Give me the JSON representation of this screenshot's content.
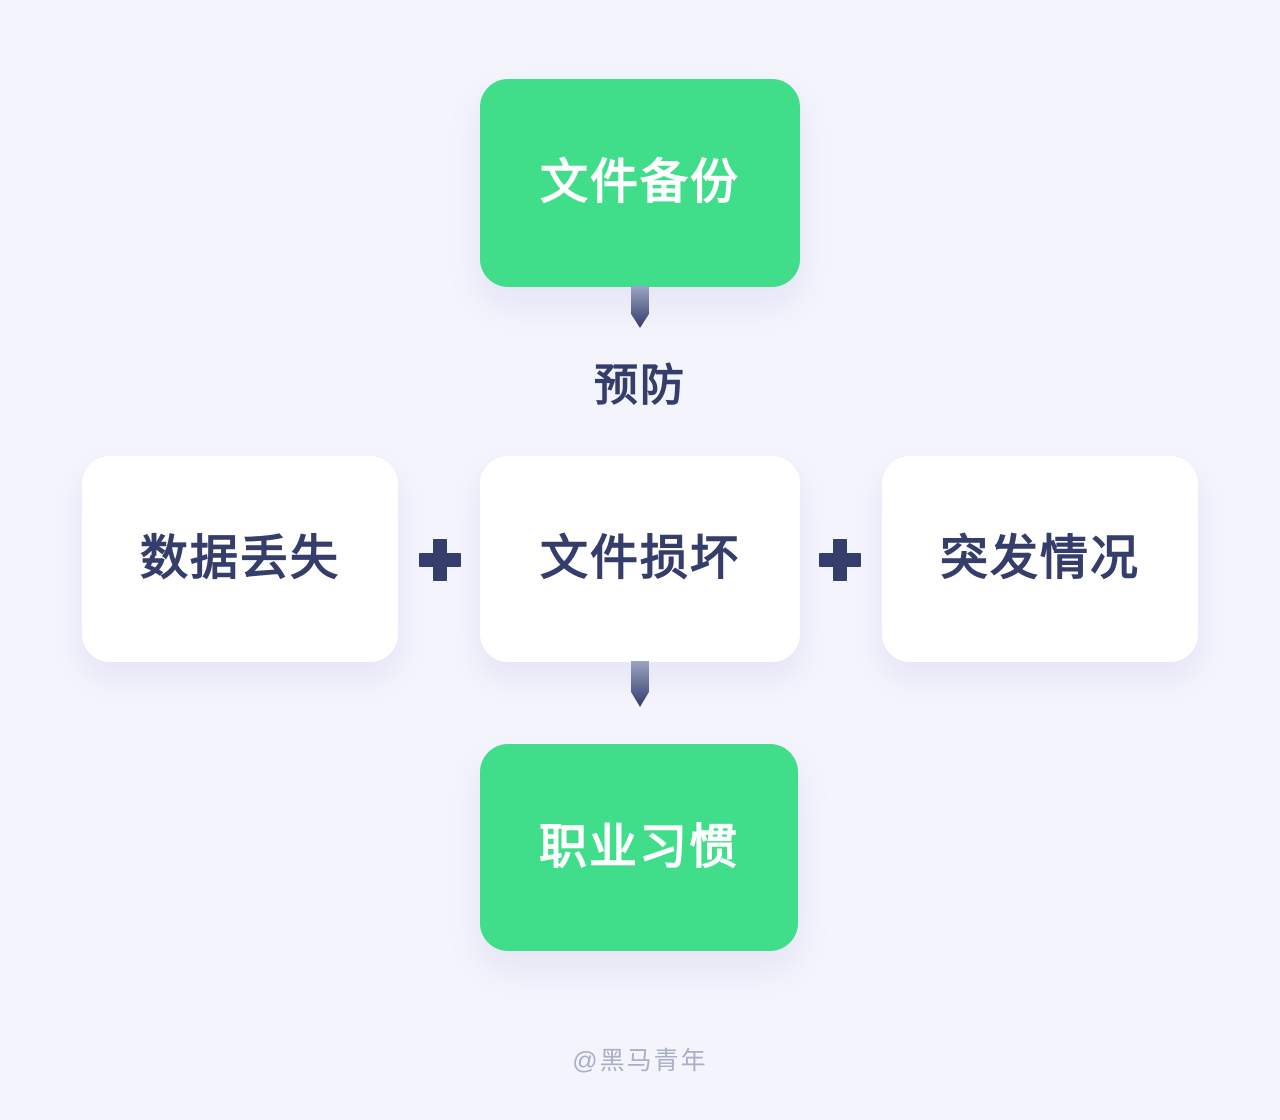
{
  "theme": {
    "background_color": "#f4f4fd",
    "accent_green": "#40dd8a",
    "text_navy": "#353d6b",
    "text_on_green": "#ffffff",
    "card_white": "#ffffff",
    "arrow_gradient_from": "#9aa0c0",
    "arrow_gradient_to": "#333c6b",
    "watermark_color": "#a9aec9"
  },
  "diagram": {
    "type": "flow-equation",
    "top_node": {
      "label": "文件备份",
      "style": "green"
    },
    "connector_top": {
      "caption": "预防",
      "arrow": "down-arrow-icon"
    },
    "factors": [
      {
        "label": "数据丢失",
        "style": "white"
      },
      {
        "label": "文件损坏",
        "style": "white"
      },
      {
        "label": "突发情况",
        "style": "white"
      }
    ],
    "operators": [
      {
        "symbol": "plus-icon"
      },
      {
        "symbol": "plus-icon"
      }
    ],
    "connector_bottom": {
      "arrow": "down-arrow-icon"
    },
    "bottom_node": {
      "label": "职业习惯",
      "style": "green"
    }
  },
  "watermark": {
    "text": "@黑马青年"
  }
}
